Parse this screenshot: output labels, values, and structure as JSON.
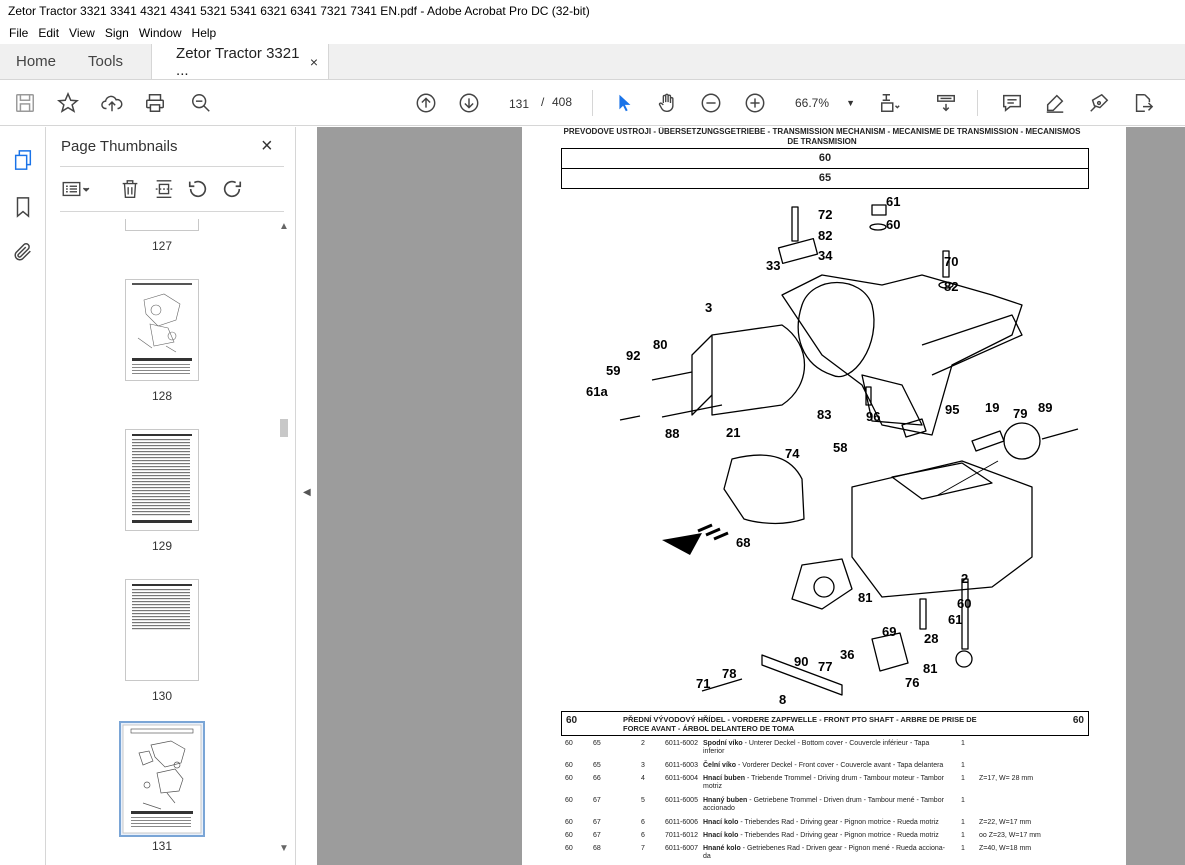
{
  "window": {
    "title": "Zetor Tractor 3321 3341 4321 4341 5321 5341 6321 6341 7321 7341 EN.pdf - Adobe Acrobat Pro DC (32-bit)"
  },
  "menu": [
    "File",
    "Edit",
    "View",
    "Sign",
    "Window",
    "Help"
  ],
  "tabs": {
    "home": "Home",
    "tools": "Tools",
    "doc": "Zetor Tractor 3321 ...",
    "close": "×"
  },
  "toolbar": {
    "page_current": "131",
    "page_sep": "/",
    "page_total": "408",
    "zoom": "66.7%"
  },
  "panel": {
    "title": "Page Thumbnails",
    "close": "×",
    "thumbnails": [
      {
        "label": "127"
      },
      {
        "label": "128"
      },
      {
        "label": "129"
      },
      {
        "label": "130"
      },
      {
        "label": "131",
        "selected": true
      }
    ]
  },
  "page": {
    "heading": "PREVODOVE USTROJI - ÜBERSETZUNGSGETRIEBE - TRANSMISSION MECHANISM - MECANISME DE TRANSMISSION - MECANISMOS DE TRANSMISION",
    "box1": "60",
    "box2": "65",
    "callouts": [
      {
        "text": "72"
      },
      {
        "text": "61"
      },
      {
        "text": "82"
      },
      {
        "text": "60"
      },
      {
        "text": "34"
      },
      {
        "text": "33"
      },
      {
        "text": "70"
      },
      {
        "text": "82"
      },
      {
        "text": "3"
      },
      {
        "text": "80"
      },
      {
        "text": "92"
      },
      {
        "text": "59"
      },
      {
        "text": "61a"
      },
      {
        "text": "88"
      },
      {
        "text": "83"
      },
      {
        "text": "96"
      },
      {
        "text": "95"
      },
      {
        "text": "19"
      },
      {
        "text": "79"
      },
      {
        "text": "89"
      },
      {
        "text": "21"
      },
      {
        "text": "74"
      },
      {
        "text": "58"
      },
      {
        "text": "68"
      },
      {
        "text": "2"
      },
      {
        "text": "81"
      },
      {
        "text": "60"
      },
      {
        "text": "61"
      },
      {
        "text": "69"
      },
      {
        "text": "28"
      },
      {
        "text": "36"
      },
      {
        "text": "77"
      },
      {
        "text": "90"
      },
      {
        "text": "78"
      },
      {
        "text": "71"
      },
      {
        "text": "8"
      },
      {
        "text": "81"
      },
      {
        "text": "76"
      }
    ],
    "section": {
      "num_left": "60",
      "num_right": "60",
      "title": "PŘEDNÍ VÝVODOVÝ HŘÍDEL - VORDERE ZAPFWELLE - FRONT PTO SHAFT - ARBRE DE PRISE DE FORCE AVANT - ÁRBOL DELANTERO DE TOMA"
    },
    "rows": [
      {
        "g": "60",
        "s": "65",
        "pos": "2",
        "part": "6011-6002",
        "bold": "Spodní víko",
        "desc": " - Unterer Deckel - Bottom cover - Couvercle inférieur - Tapa inferior",
        "qty": "1",
        "note": ""
      },
      {
        "g": "60",
        "s": "65",
        "pos": "3",
        "part": "6011-6003",
        "bold": "Čelní víko",
        "desc": " - Vorderer Deckel - Front cover - Couvercle avant - Tapa delantera",
        "qty": "1",
        "note": ""
      },
      {
        "g": "60",
        "s": "66",
        "pos": "4",
        "part": "6011-6004",
        "bold": "Hnací buben",
        "desc": " - Triebende Trommel - Driving drum - Tambour moteur - Tambor motriz",
        "qty": "1",
        "note": "Z=17, W= 28 mm"
      },
      {
        "g": "60",
        "s": "67",
        "pos": "5",
        "part": "6011-6005",
        "bold": "Hnaný buben",
        "desc": " - Getriebene Trommel - Driven drum - Tambour mené - Tambor accionado",
        "qty": "1",
        "note": ""
      },
      {
        "g": "60",
        "s": "67",
        "pos": "6",
        "part": "6011-6006",
        "bold": "Hnací kolo",
        "desc": " - Triebendes Rad - Driving gear - Pignon motrice - Rueda motriz",
        "qty": "1",
        "note": "Z=22, W=17 mm"
      },
      {
        "g": "60",
        "s": "67",
        "pos": "6",
        "part": "7011-6012",
        "bold": "Hnací kolo",
        "desc": " - Triebendes Rad - Driving gear - Pignon motrice - Rueda motriz",
        "qty": "1",
        "note": "oo  Z=23, W=17 mm"
      },
      {
        "g": "60",
        "s": "68",
        "pos": "7",
        "part": "6011-6007",
        "bold": "Hnané kolo",
        "desc": " - Getriebenes Rad - Driven gear - Pignon  mené - Rueda acciona-da",
        "qty": "1",
        "note": "Z=40, W=18 mm"
      }
    ]
  }
}
